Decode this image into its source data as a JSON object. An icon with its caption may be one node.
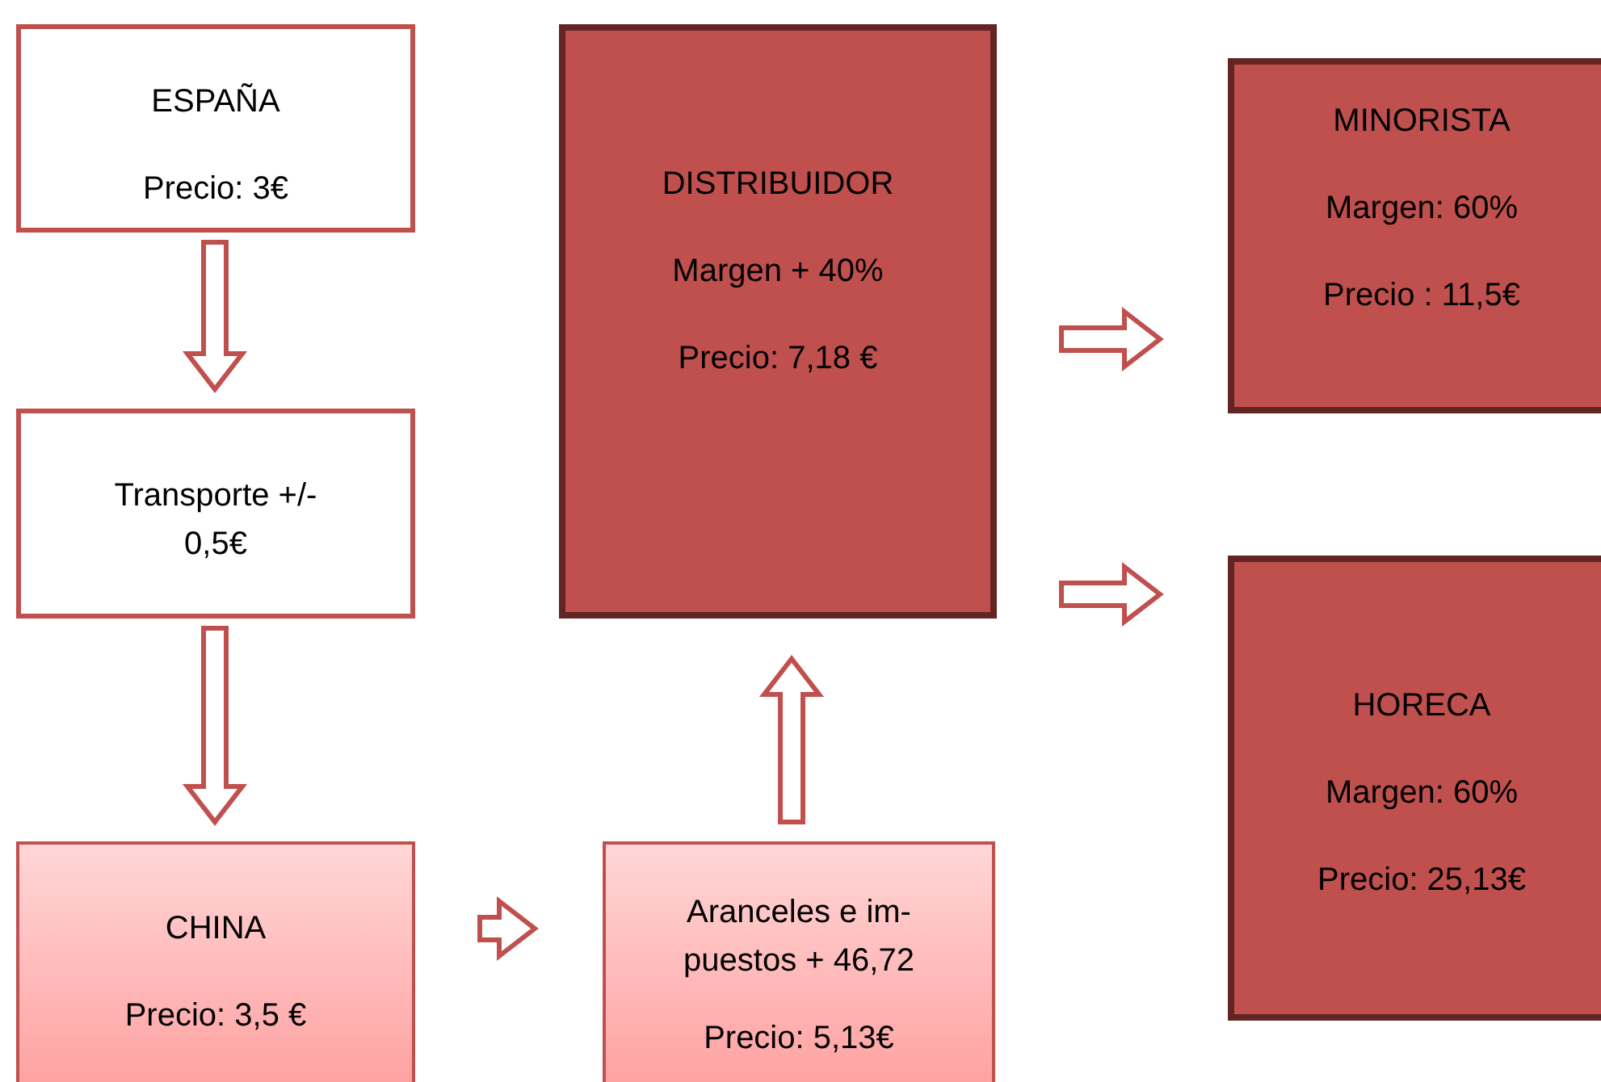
{
  "diagram": {
    "nodes": [
      {
        "text": [
          "ESPAÑA",
          "Precio: 3€"
        ]
      },
      {
        "text": [
          "Transporte +/- 0,5€"
        ]
      },
      {
        "text": [
          "CHINA",
          "Precio: 3,5 €"
        ]
      },
      {
        "text": [
          "Aranceles e im- puestos + 46,72",
          "Precio: 5,13€"
        ]
      },
      {
        "text": [
          "DISTRIBUIDOR",
          "Margen + 40%",
          "Precio: 7,18 €"
        ]
      },
      {
        "text": [
          "MINORISTA",
          "Margen: 60%",
          "Precio : 11,5€"
        ]
      },
      {
        "text": [
          "HORECA",
          "Margen: 60%",
          "Precio: 25,13€"
        ]
      }
    ],
    "edges": [
      {
        "from": 0,
        "to": 1,
        "arrow": "to"
      },
      {
        "from": 1,
        "to": 2,
        "arrow": "to"
      },
      {
        "from": 2,
        "to": 3,
        "arrow": "to"
      },
      {
        "from": 3,
        "to": 4,
        "arrow": "to"
      },
      {
        "from": 4,
        "to": 5,
        "arrow": "to"
      },
      {
        "from": 4,
        "to": 6,
        "arrow": "to"
      }
    ]
  }
}
